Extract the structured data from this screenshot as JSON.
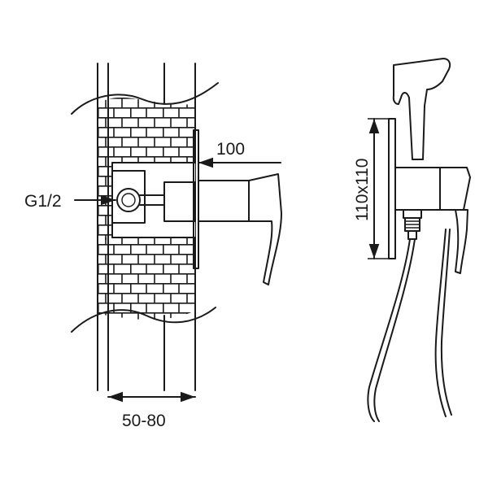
{
  "dimensions": {
    "wall_thickness": "50-80",
    "projection": "100",
    "cover_plate": "110x110",
    "thread": "G1/2"
  },
  "colors": {
    "line": "#1a1a1a",
    "background": "#ffffff"
  }
}
